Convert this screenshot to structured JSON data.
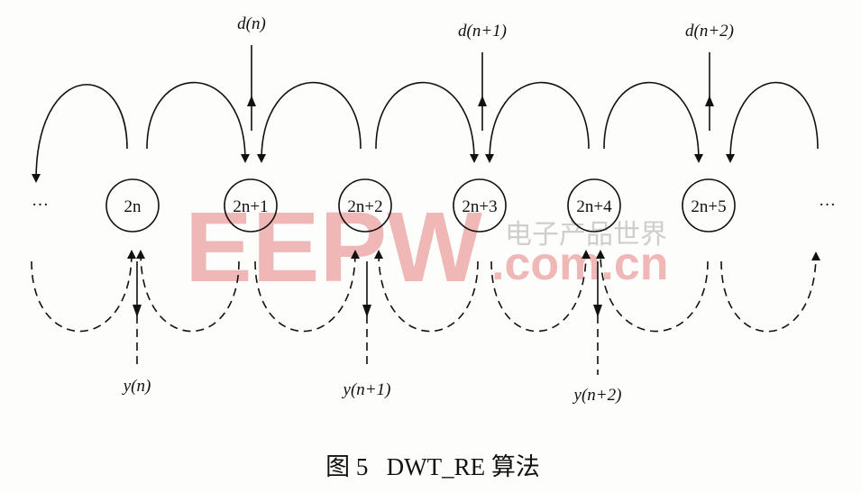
{
  "diagram": {
    "nodes": [
      "2n",
      "2n+1",
      "2n+2",
      "2n+3",
      "2n+4",
      "2n+5"
    ],
    "ellipsis_left": "…",
    "ellipsis_right": "…",
    "inputs_d": [
      "d(n)",
      "d(n+1)",
      "d(n+2)"
    ],
    "outputs_y": [
      "y(n)",
      "y(n+1)",
      "y(n+2)"
    ],
    "colors": {
      "stroke": "#111111",
      "watermark": "#e88a8a"
    }
  },
  "watermark": {
    "logo": "EEPW",
    "domain": ".com.cn",
    "cn": "电子产品世界"
  },
  "caption": "图 5   DWT_RE 算法"
}
